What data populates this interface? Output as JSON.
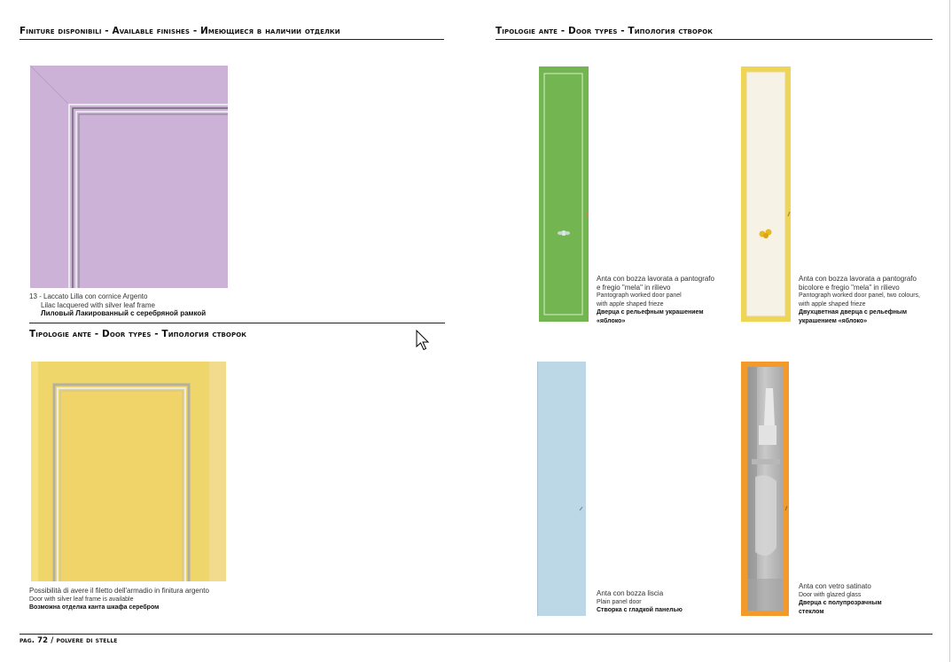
{
  "left_header": "Finiture disponibili - Available finishes - Имеющиеся в наличии отделки",
  "right_header": "Tipologie ante - Door types - Типология створок",
  "mid_header": "Tipologie ante - Door types - Типология створок",
  "finish1": {
    "number": "13 -",
    "it": "Laccato Lilla con cornice Argento",
    "en": "Lilac lacquered with silver leaf frame",
    "ru": "Лиловый Лакированный с серебряной рамкой"
  },
  "finish2": {
    "it": "Possibilità di avere il filetto dell'armadio in finitura argento",
    "en": "Door with silver leaf frame is available",
    "ru": "Возможна отделка канта шкафа серебром"
  },
  "door1": {
    "it1": "Anta con bozza lavorata a pantografo",
    "it2": "e fregio \"mela\" in rilievo",
    "en1": "Pantograph worked door panel",
    "en2": "with apple shaped frieze",
    "ru1": "Дверца с рельефным украшением",
    "ru2": "«яблоко»"
  },
  "door2": {
    "it1": "Anta con bozza lavorata a pantografo",
    "it2": "bicolore e fregio \"mela\" in rilievo",
    "en1": "Pantograph worked door panel, two colours,",
    "en2": "with apple shaped frieze",
    "ru1": "Двухцветная дверца с рельефным",
    "ru2": "украшением «яблоко»"
  },
  "door3": {
    "it": "Anta con bozza liscia",
    "en": "Plain panel door",
    "ru": "Створка с гладкой панелью"
  },
  "door4": {
    "it": "Anta con vetro satinato",
    "en": "Door with glazed glass",
    "ru1": "Дверца с полупрозрачным",
    "ru2": "стеклом"
  },
  "footer": "pag. 72 / polvere di stelle",
  "colors": {
    "lilac": "#cdb2d8",
    "yellow": "#efd66a",
    "green": "#72b551",
    "cream": "#f6f3e6",
    "light_blue": "#bcd7e6",
    "orange": "#f39a2c"
  }
}
